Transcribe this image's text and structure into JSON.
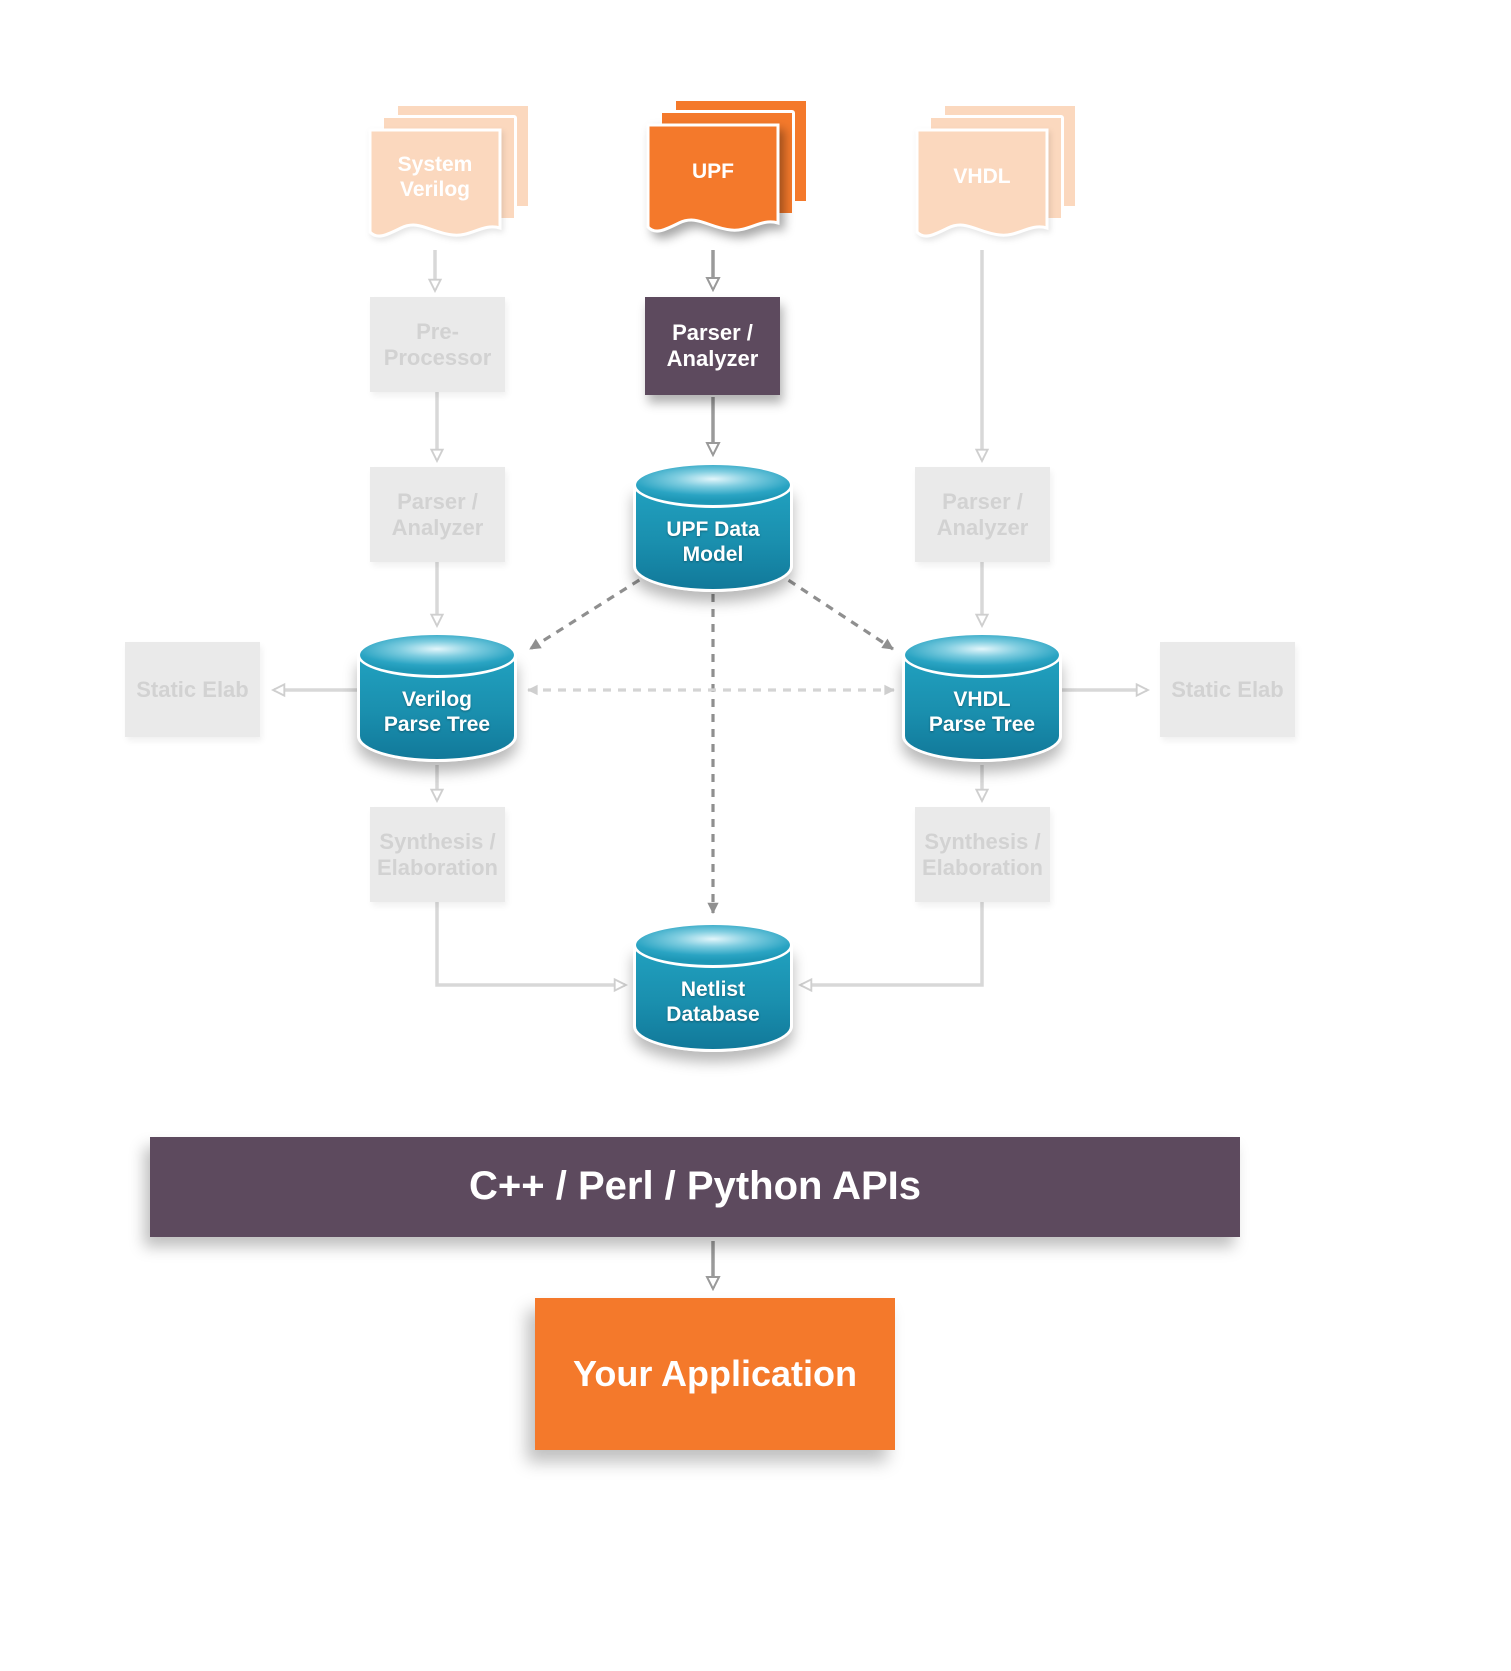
{
  "colors": {
    "orange": "#F4792B",
    "peach": "#FBD8BE",
    "purple": "#5D4A5E",
    "teal": "#1B9CBB",
    "gray_box": "#EAEAEA",
    "gray_text": "#D2D2D2"
  },
  "nodes": {
    "system_verilog": {
      "label": "System\nVerilog"
    },
    "upf_doc": {
      "label": "UPF"
    },
    "vhdl_doc": {
      "label": "VHDL"
    },
    "pre_processor": {
      "label": "Pre-\nProcessor"
    },
    "upf_parser_analyzer": {
      "label": "Parser /\nAnalyzer"
    },
    "verilog_parser_analyzer": {
      "label": "Parser /\nAnalyzer"
    },
    "vhdl_parser_analyzer": {
      "label": "Parser /\nAnalyzer"
    },
    "upf_data_model": {
      "label": "UPF Data\nModel"
    },
    "verilog_parse_tree": {
      "label": "Verilog\nParse Tree"
    },
    "vhdl_parse_tree": {
      "label": "VHDL\nParse Tree"
    },
    "static_elab_left": {
      "label": "Static Elab"
    },
    "static_elab_right": {
      "label": "Static Elab"
    },
    "synthesis_elaboration_left": {
      "label": "Synthesis /\nElaboration"
    },
    "synthesis_elaboration_right": {
      "label": "Synthesis /\nElaboration"
    },
    "netlist_database": {
      "label": "Netlist\nDatabase"
    },
    "api_bar": {
      "label": "C++ / Perl / Python APIs"
    },
    "your_application": {
      "label": "Your Application"
    }
  }
}
